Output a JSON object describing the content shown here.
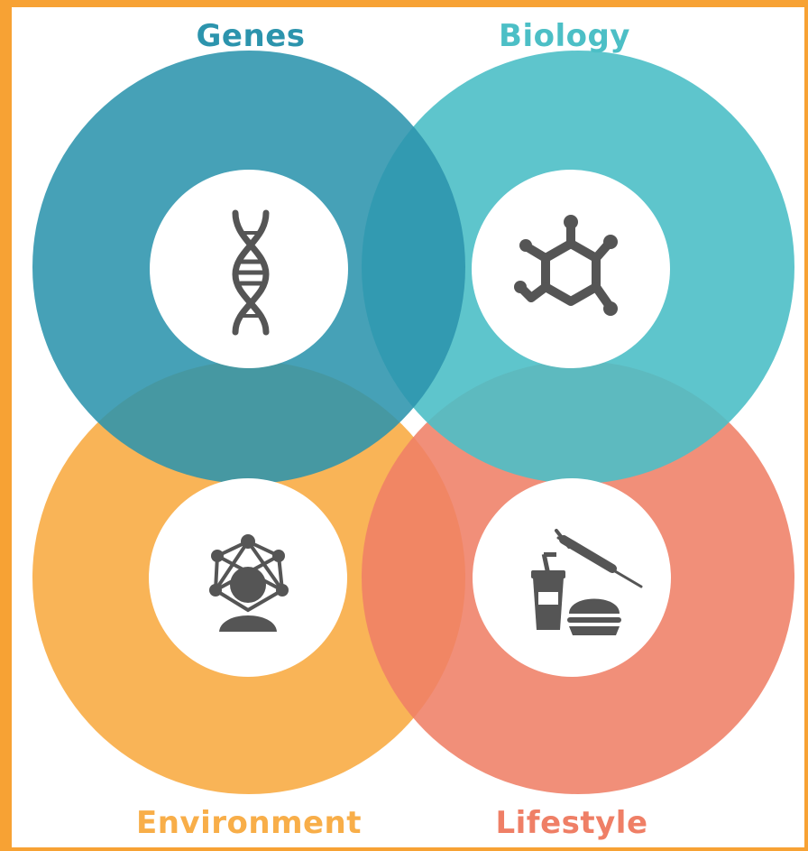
{
  "labels": {
    "genes": "Genes",
    "biology": "Biology",
    "environment": "Environment",
    "lifestyle": "Lifestyle"
  },
  "colors": {
    "genes": "#2c94ad",
    "biology": "#4cbfc6",
    "environment": "#f8ae49",
    "lifestyle": "#ef7f66",
    "icon": "#555555",
    "border": "#f7a234"
  },
  "icons": {
    "genes": "dna-icon",
    "biology": "molecule-icon",
    "environment": "network-person-icon",
    "lifestyle": "food-and-syringe-icon"
  }
}
